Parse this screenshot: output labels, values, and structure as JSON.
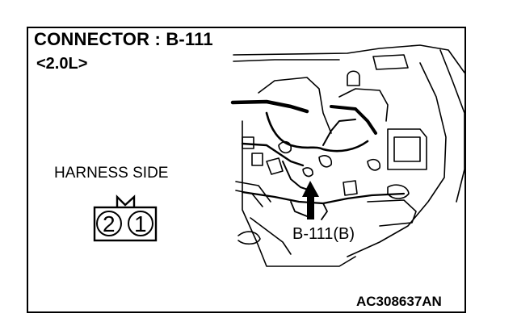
{
  "title": "CONNECTOR : B-111",
  "subtitle": "<2.0L>",
  "connector": {
    "side_label": "HARNESS SIDE",
    "pins": [
      "2",
      "1"
    ]
  },
  "callout": "B-111(B)",
  "figure_id": "AC308637AN"
}
